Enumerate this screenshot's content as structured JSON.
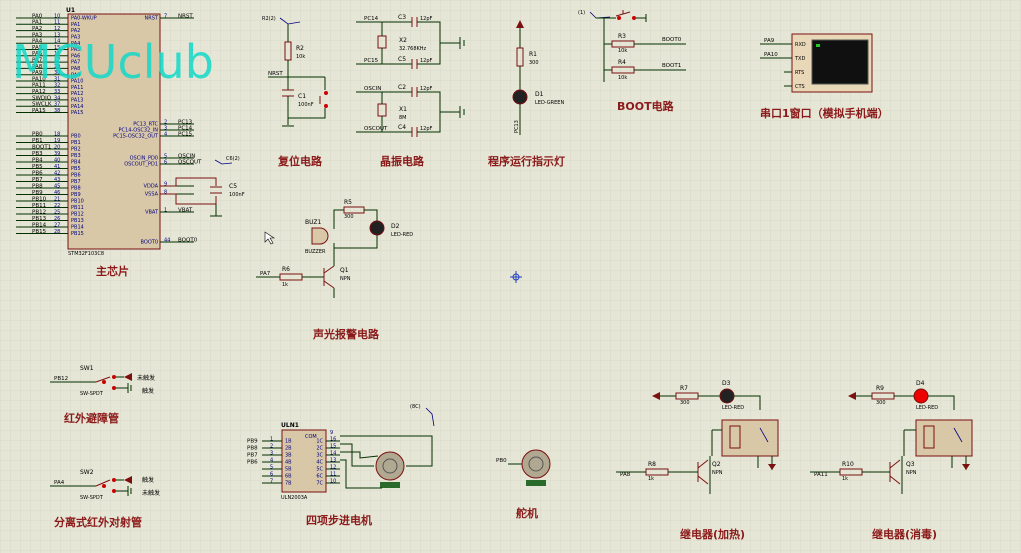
{
  "watermark": "MCUclub",
  "mcu": {
    "ref": "U1",
    "part": "STM32F103C8",
    "left_pins": [
      {
        "num": "10",
        "name": "PA0-WKUP",
        "net": "PA0"
      },
      {
        "num": "11",
        "name": "PA1",
        "net": "PA1"
      },
      {
        "num": "12",
        "name": "PA2",
        "net": "PA2"
      },
      {
        "num": "13",
        "name": "PA3",
        "net": "PA3"
      },
      {
        "num": "14",
        "name": "PA4",
        "net": "PA4"
      },
      {
        "num": "15",
        "name": "PA5",
        "net": "PA5"
      },
      {
        "num": "16",
        "name": "PA6",
        "net": "PA6"
      },
      {
        "num": "17",
        "name": "PA7",
        "net": "PA7"
      },
      {
        "num": "29",
        "name": "PA8",
        "net": "PA8"
      },
      {
        "num": "30",
        "name": "PA9",
        "net": "PA9"
      },
      {
        "num": "31",
        "name": "PA10",
        "net": "PA10"
      },
      {
        "num": "32",
        "name": "PA11",
        "net": "PA11"
      },
      {
        "num": "33",
        "name": "PA12",
        "net": "PA12"
      },
      {
        "num": "34",
        "name": "PA13",
        "net": "SWDIO"
      },
      {
        "num": "37",
        "name": "PA14",
        "net": "SWCLK"
      },
      {
        "num": "38",
        "name": "PA15",
        "net": "PA15"
      },
      {
        "num": "18",
        "name": "PB0",
        "net": "PB0"
      },
      {
        "num": "19",
        "name": "PB1",
        "net": "PB1"
      },
      {
        "num": "20",
        "name": "PB2",
        "net": "BOOT1"
      },
      {
        "num": "39",
        "name": "PB3",
        "net": "PB3"
      },
      {
        "num": "40",
        "name": "PB4",
        "net": "PB4"
      },
      {
        "num": "41",
        "name": "PB5",
        "net": "PB5"
      },
      {
        "num": "42",
        "name": "PB6",
        "net": "PB6"
      },
      {
        "num": "43",
        "name": "PB7",
        "net": "PB7"
      },
      {
        "num": "45",
        "name": "PB8",
        "net": "PB8"
      },
      {
        "num": "46",
        "name": "PB9",
        "net": "PB9"
      },
      {
        "num": "21",
        "name": "PB10",
        "net": "PB10"
      },
      {
        "num": "22",
        "name": "PB11",
        "net": "PB11"
      },
      {
        "num": "25",
        "name": "PB12",
        "net": "PB12"
      },
      {
        "num": "26",
        "name": "PB13",
        "net": "PB13"
      },
      {
        "num": "27",
        "name": "PB14",
        "net": "PB14"
      },
      {
        "num": "28",
        "name": "PB15",
        "net": "PB15"
      }
    ],
    "right_pins": [
      {
        "num": "7",
        "name": "NRST",
        "net": "NRST"
      },
      {
        "num": "2",
        "name": "PC13_RTC",
        "net": "PC13"
      },
      {
        "num": "3",
        "name": "PC14-OSC32_IN",
        "net": "PC14"
      },
      {
        "num": "4",
        "name": "PC15-OSC32_OUT",
        "net": "PC15"
      },
      {
        "num": "5",
        "name": "OSCIN_PD0",
        "net": "OSCIN"
      },
      {
        "num": "6",
        "name": "OSCOUT_PD1",
        "net": "OSCOUT"
      },
      {
        "num": "9",
        "name": "VDDA",
        "net": ""
      },
      {
        "num": "8",
        "name": "VSSA",
        "net": ""
      },
      {
        "num": "1",
        "name": "VBAT",
        "net": "VBAT"
      },
      {
        "num": "44",
        "name": "BOOT0",
        "net": "BOOT0"
      }
    ],
    "caption": "主芯片"
  },
  "c5": {
    "ref": "C5",
    "value": "100nF",
    "net": "C6(2)"
  },
  "reset": {
    "caption": "复位电路",
    "r_ref": "R2",
    "r_val": "10k",
    "c_ref": "C1",
    "c_val": "100nF",
    "net": "NRST",
    "probe": "R2(2)"
  },
  "crystal": {
    "caption": "晶振电路",
    "c3": "C3",
    "c5": "C5",
    "c2": "C2",
    "c4": "C4",
    "cval": "12pF",
    "x2": "X2",
    "x2val": "32.768KHz",
    "x1": "X1",
    "x1val": "8M",
    "nets": [
      "PC14",
      "PC15",
      "OSCIN",
      "OSCOUT"
    ]
  },
  "led_run": {
    "caption": "程序运行指示灯",
    "r_ref": "R1",
    "r_val": "300",
    "d_ref": "D1",
    "d_val": "LED-GREEN",
    "net": "PC13"
  },
  "boot": {
    "caption": "BOOT电路",
    "probe": "(1)",
    "r3": "R3",
    "r4": "R4",
    "rval": "10k",
    "net0": "BOOT0",
    "net1": "BOOT1"
  },
  "uart": {
    "caption": "串口1窗口（模拟手机端）",
    "pins": [
      "RXD",
      "TXD",
      "RTS",
      "CTS"
    ],
    "nets": [
      "PA9",
      "PA10"
    ]
  },
  "alarm": {
    "caption": "声光报警电路",
    "buz": "BUZ1",
    "buzval": "BUZZER",
    "r5": "R5",
    "r5val": "300",
    "d2": "D2",
    "d2val": "LED-RED",
    "r6": "R6",
    "r6val": "1k",
    "q1": "Q1",
    "q1val": "NPN",
    "net": "PA7"
  },
  "ir_avoid": {
    "caption": "红外避障管",
    "sw": "SW1",
    "swval": "SW-SPDT",
    "net": "PB12",
    "opt1": "未触发",
    "opt2": "触发"
  },
  "ir_beam": {
    "caption": "分离式红外对射管",
    "sw": "SW2",
    "swval": "SW-SPDT",
    "net": "PA4",
    "opt1": "触发",
    "opt2": "未触发"
  },
  "stepper": {
    "caption": "四项步进电机",
    "ref": "ULN1",
    "part": "ULN2003A",
    "probe": "(8C)",
    "inputs": [
      "1B",
      "2B",
      "3B",
      "4B",
      "5B",
      "6B",
      "7B"
    ],
    "outputs": [
      "1C",
      "2C",
      "3C",
      "4C",
      "5C",
      "6C",
      "7C"
    ],
    "com": "COM",
    "innums": [
      "1",
      "2",
      "3",
      "4",
      "5",
      "6",
      "7"
    ],
    "outnums": [
      "16",
      "15",
      "14",
      "13",
      "12",
      "11",
      "10"
    ],
    "comnum": "9",
    "nets": [
      "PB9",
      "PB8",
      "PB7",
      "PB6"
    ]
  },
  "servo": {
    "caption": "舵机",
    "net": "PB0"
  },
  "relay1": {
    "caption": "继电器(加热)",
    "r7": "R7",
    "r7val": "300",
    "d3": "D3",
    "d3val": "LED-RED",
    "r8": "R8",
    "r8val": "1k",
    "q2": "Q2",
    "q2val": "NPN",
    "net": "PA8"
  },
  "relay2": {
    "caption": "继电器(消毒)",
    "r9": "R9",
    "r9val": "300",
    "d4": "D4",
    "d4val": "LED-RED",
    "r10": "R10",
    "r10val": "1k",
    "q3": "Q3",
    "q3val": "NPN",
    "net": "PA11"
  }
}
